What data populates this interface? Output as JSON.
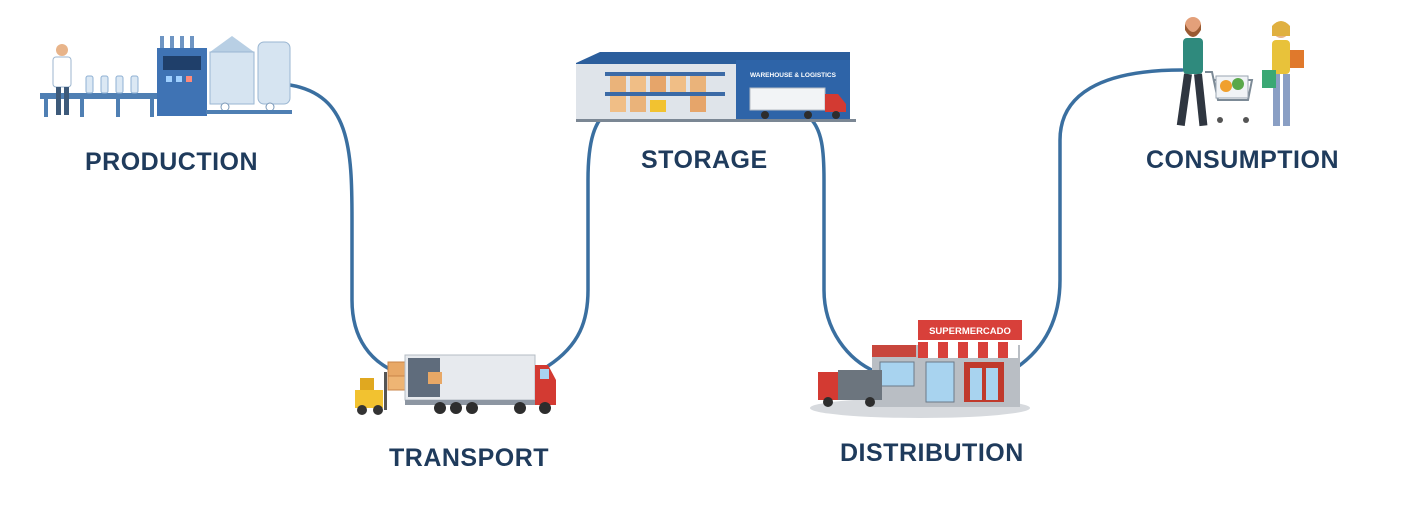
{
  "stages": [
    {
      "id": "production",
      "label": "PRODUCTION",
      "icon": "factory-production-line-icon"
    },
    {
      "id": "transport",
      "label": "TRANSPORT",
      "icon": "truck-forklift-icon"
    },
    {
      "id": "storage",
      "label": "STORAGE",
      "icon": "warehouse-icon"
    },
    {
      "id": "distribution",
      "label": "DISTRIBUTION",
      "icon": "supermarket-icon"
    },
    {
      "id": "consumption",
      "label": "CONSUMPTION",
      "icon": "shoppers-icon"
    }
  ],
  "signs": {
    "warehouse": "WAREHOUSE & LOGISTICS",
    "supermarket": "SUPERMERCADO"
  },
  "colors": {
    "connector": "#3a6fa0",
    "label": "#1f3b5c",
    "accent_blue": "#2f5f9e",
    "accent_red": "#d8403a"
  }
}
